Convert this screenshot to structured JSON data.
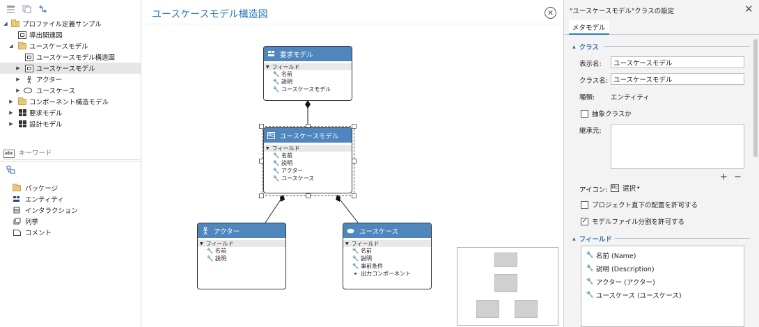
{
  "tree": [
    {
      "label": "プロファイル定義サンプル",
      "icon": "folder-icon",
      "expanded": true
    },
    {
      "label": "導出関連図",
      "icon": "diagram-icon"
    },
    {
      "label": "ユースケースモデル",
      "icon": "folder-icon",
      "expanded": true
    },
    {
      "label": "ユースケースモデル構造図",
      "icon": "diagram-icon"
    },
    {
      "label": "ユースケースモデル",
      "icon": "usecase-model-icon",
      "selected": true
    },
    {
      "label": "アクター",
      "icon": "actor-icon"
    },
    {
      "label": "ユースケース",
      "icon": "usecase-icon"
    },
    {
      "label": "コンポーネント構造モデル",
      "icon": "folder-icon"
    },
    {
      "label": "要求モデル",
      "icon": "entity-icon"
    },
    {
      "label": "設計モデル",
      "icon": "entity-icon"
    }
  ],
  "search": {
    "placeholder": "キーワード",
    "icon_text": "abc"
  },
  "palette": [
    {
      "label": "パッケージ",
      "icon": "package-icon"
    },
    {
      "label": "エンティティ",
      "icon": "entity-icon"
    },
    {
      "label": "インタラクション",
      "icon": "interaction-icon"
    },
    {
      "label": "列挙",
      "icon": "enum-icon"
    },
    {
      "label": "コメント",
      "icon": "comment-icon"
    }
  ],
  "canvas": {
    "title": "ユースケースモデル構造図",
    "nodes": {
      "req": {
        "title": "要求モデル",
        "section": "フィールド",
        "fields": [
          "名前",
          "説明",
          "ユースケースモデル"
        ]
      },
      "ucm": {
        "title": "ユースケースモデル",
        "section": "フィールド",
        "fields": [
          "名前",
          "説明",
          "アクター",
          "ユースケース"
        ]
      },
      "actor": {
        "title": "アクター",
        "section": "フィールド",
        "fields": [
          "名前",
          "説明"
        ]
      },
      "uc": {
        "title": "ユースケース",
        "section": "フィールド",
        "fields": [
          "名前",
          "説明",
          "事前条件",
          "出力コンポーネント"
        ]
      }
    }
  },
  "props": {
    "title": "\"ユースケースモデル\"クラスの設定",
    "tab": "メタモデル",
    "class_section": "クラス",
    "display_name_label": "表示名:",
    "display_name_value": "ユースケースモデル",
    "class_name_label": "クラス名:",
    "class_name_value": "ユースケースモデル",
    "kind_label": "種類:",
    "kind_value": "エンティティ",
    "abstract_label": "抽象クラスか",
    "abstract_checked": false,
    "inherit_label": "継承元:",
    "plus": "+",
    "minus": "−",
    "icon_label": "アイコン:",
    "icon_select": "選択",
    "allow_root_label": "プロジェクト直下の配置を許可する",
    "allow_root_checked": false,
    "allow_split_label": "モデルファイル分割を許可する",
    "allow_split_checked": true,
    "field_section": "フィールド",
    "fields": [
      "名前 (Name)",
      "説明 (Description)",
      "アクター (アクター)",
      "ユースケース (ユースケース)"
    ]
  },
  "colors": {
    "accent": "#2f7bbf",
    "node_header": "#4f86bd",
    "selection": "#e6e6e6"
  }
}
